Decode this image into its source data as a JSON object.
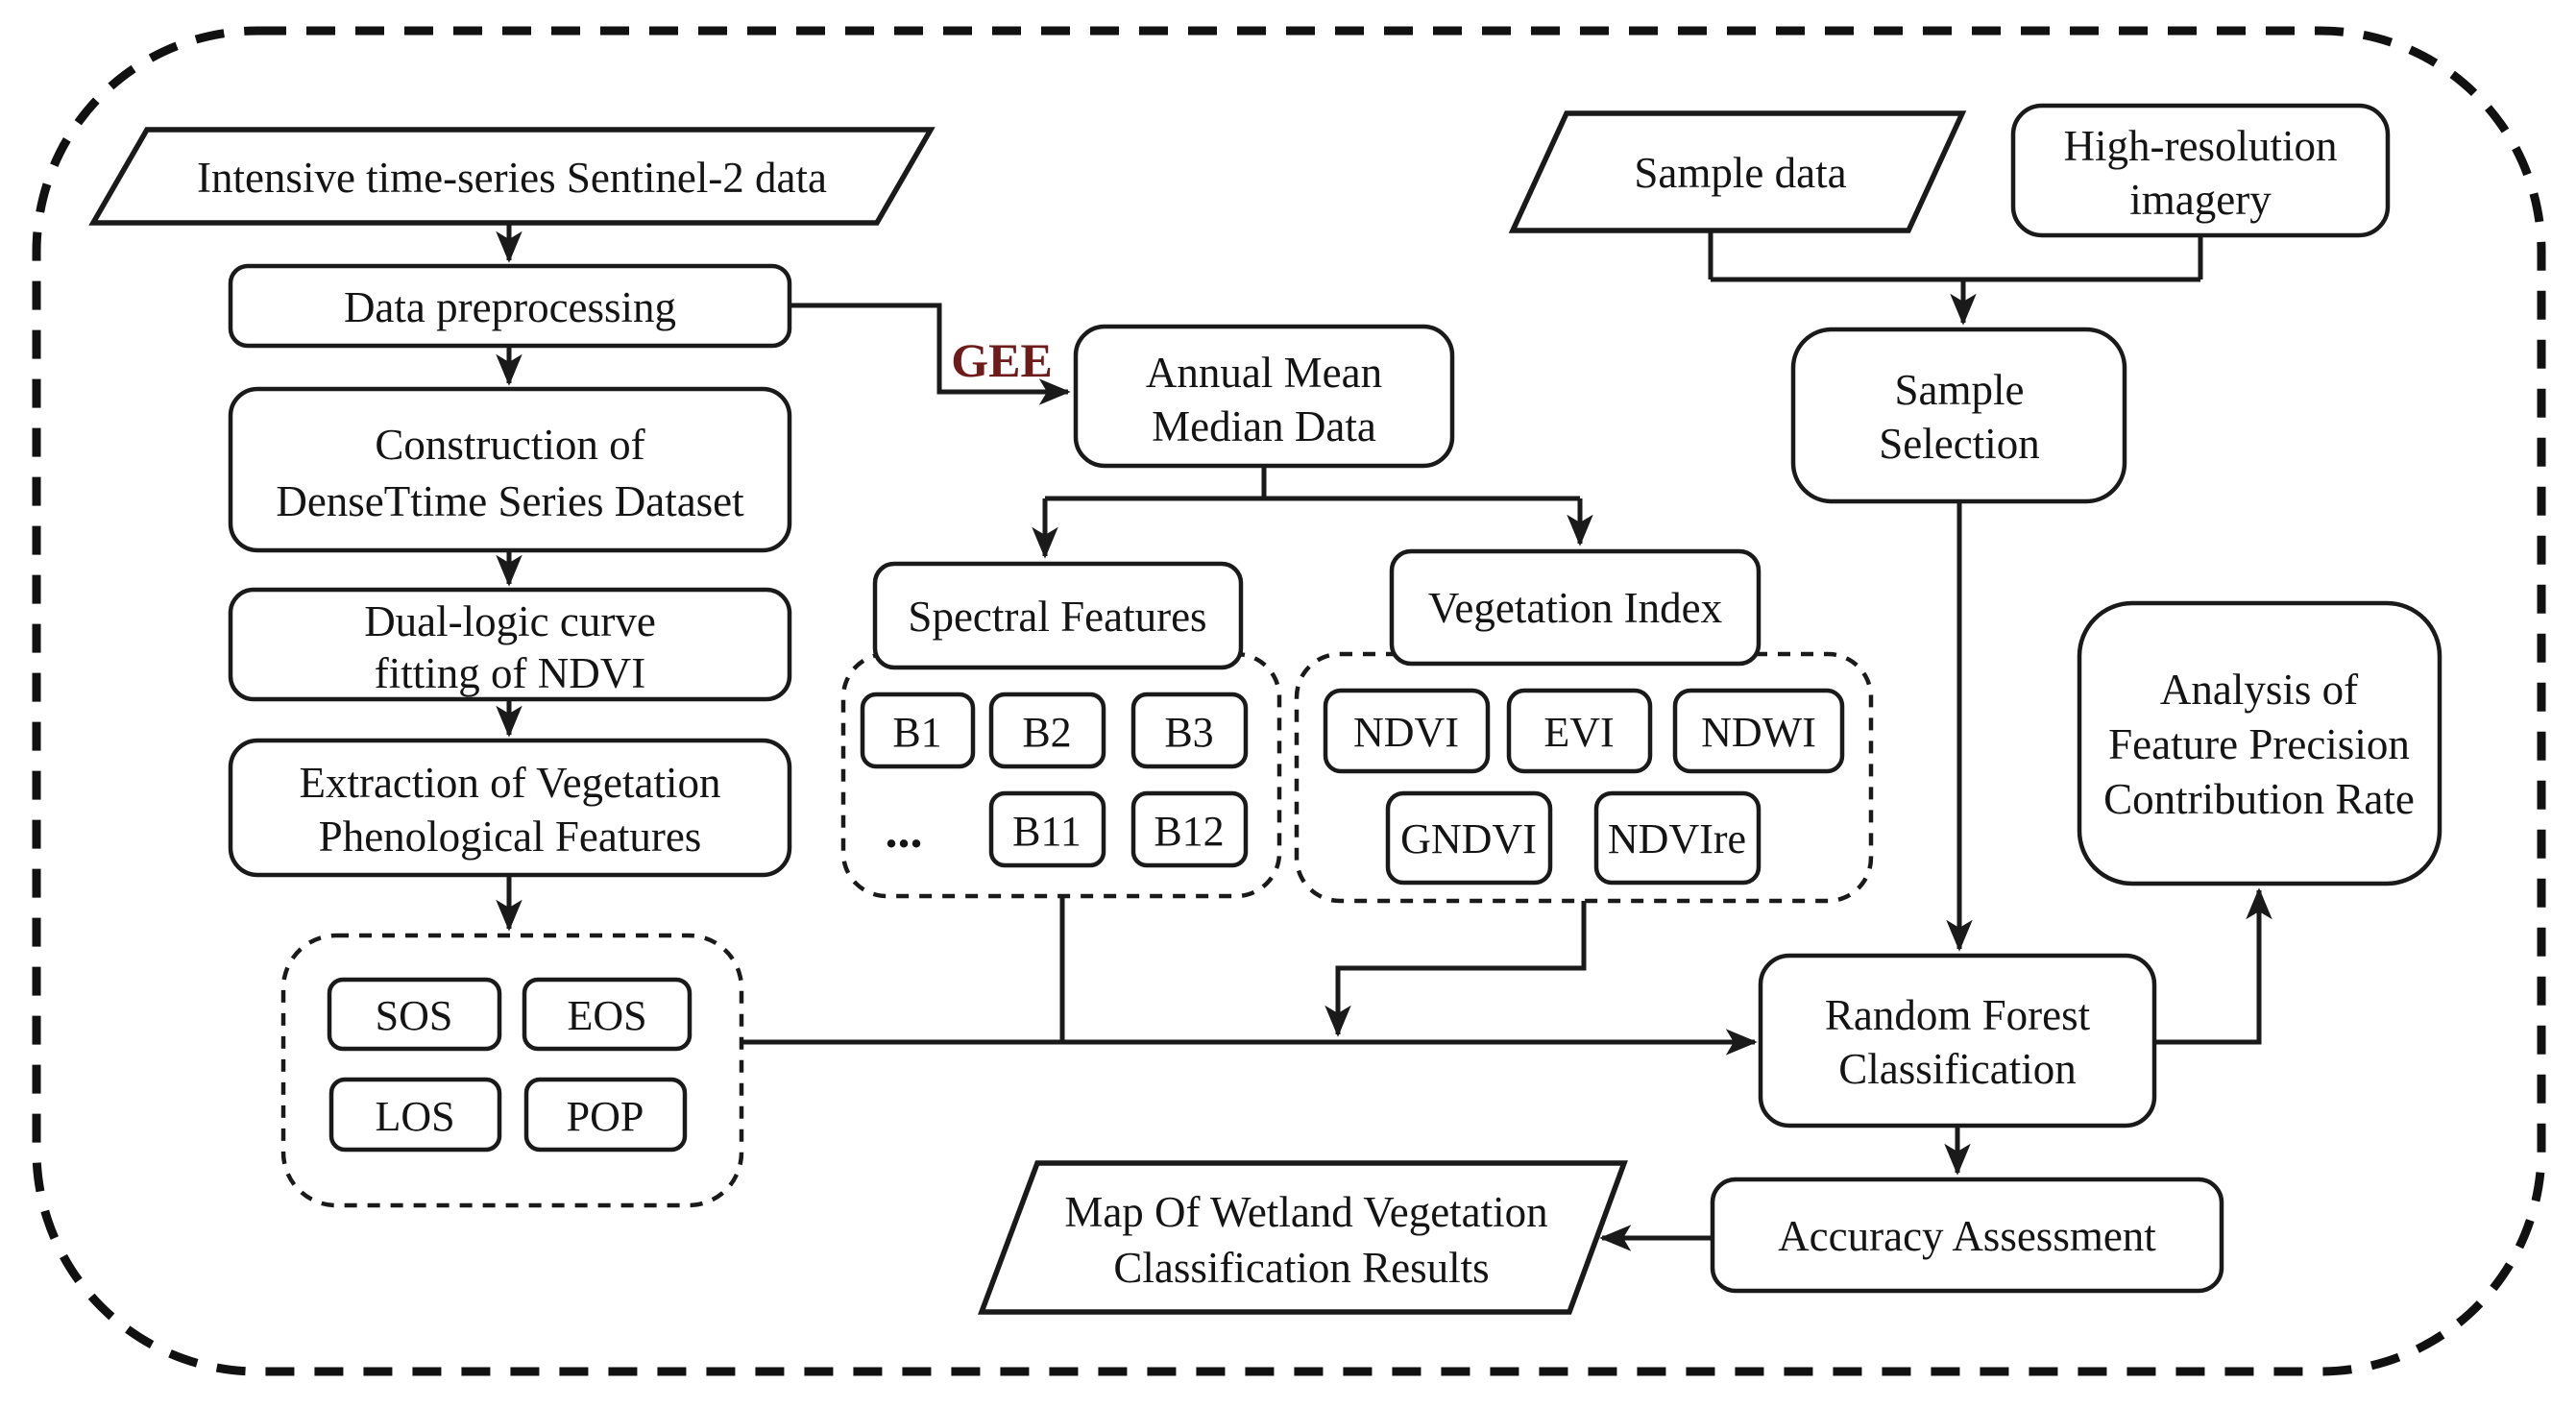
{
  "figure": {
    "type": "flowchart",
    "title": "Wetland vegetation classification workflow diagram"
  },
  "colors": {
    "line": "#1a1a1a",
    "gee_label": "#6e1b1b",
    "background": "#ffffff",
    "node_fill": "#ffffff"
  },
  "nodes": {
    "sentinel_input": {
      "shape": "parallelogram",
      "label": "Intensive time-series Sentinel-2 data"
    },
    "data_preprocessing": {
      "shape": "rounded-rect",
      "label": "Data preprocessing"
    },
    "dense_time_series": {
      "shape": "rounded-rect",
      "lines": [
        "Construction of",
        "DenseTtime Series Dataset"
      ]
    },
    "dual_logic": {
      "shape": "rounded-rect",
      "lines": [
        "Dual-logic curve",
        "fitting of NDVI"
      ]
    },
    "extraction": {
      "shape": "rounded-rect",
      "lines": [
        "Extraction of Vegetation",
        "Phenological Features"
      ]
    },
    "phenology_group": {
      "shape": "dashed-container",
      "items": [
        "SOS",
        "EOS",
        "LOS",
        "POP"
      ]
    },
    "annual_mean": {
      "shape": "rounded-rect",
      "lines": [
        "Annual Mean",
        "Median Data"
      ]
    },
    "spectral_features": {
      "shape": "rounded-rect",
      "label": "Spectral Features",
      "bands": [
        "B1",
        "B2",
        "B3",
        "...",
        "B11",
        "B12"
      ]
    },
    "vegetation_index": {
      "shape": "rounded-rect",
      "label": "Vegetation Index",
      "indices": [
        "NDVI",
        "EVI",
        "NDWI",
        "GNDVI",
        "NDVIre"
      ]
    },
    "sample_data": {
      "shape": "parallelogram",
      "label": "Sample data"
    },
    "high_resolution": {
      "shape": "rounded-rect",
      "lines": [
        "High-resolution",
        "imagery"
      ]
    },
    "sample_selection": {
      "shape": "rounded-rect",
      "lines": [
        "Sample",
        "Selection"
      ]
    },
    "analysis": {
      "shape": "rounded-rect",
      "lines": [
        "Analysis of",
        "Feature Precision",
        "Contribution Rate"
      ]
    },
    "random_forest": {
      "shape": "rounded-rect",
      "lines": [
        "Random Forest",
        "Classification"
      ]
    },
    "accuracy": {
      "shape": "rounded-rect",
      "label": "Accuracy Assessment"
    },
    "map_output": {
      "shape": "parallelogram",
      "lines": [
        "Map Of Wetland Vegetation",
        "Classification Results"
      ]
    }
  },
  "edge_labels": {
    "gee": "GEE"
  }
}
